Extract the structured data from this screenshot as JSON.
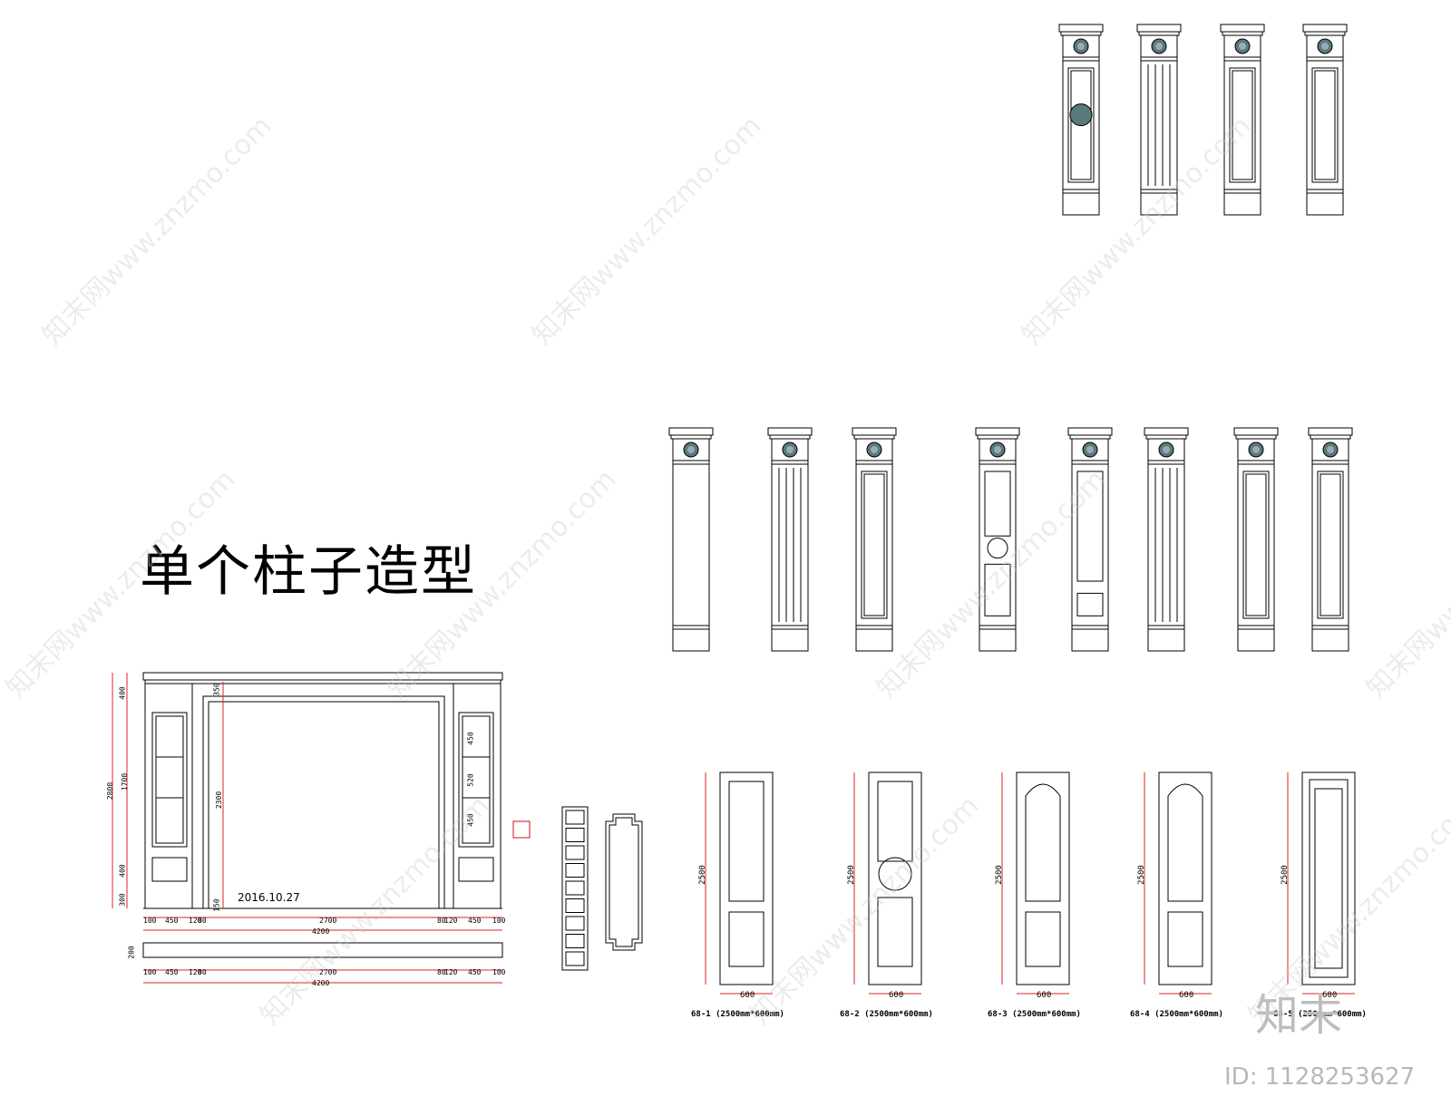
{
  "title": "单个柱子造型",
  "date": "2016.10.27",
  "colors": {
    "line": "#000000",
    "dimension": "#e02020",
    "medallion": "#5a7a7a",
    "watermark": "#c8c8c8"
  },
  "watermark_text": "知末网www.znzmo.com",
  "brand": "知末",
  "id_text": "ID: 1128253627",
  "elevation": {
    "vertical_dims": [
      "400",
      "1700",
      "2800",
      "400",
      "300"
    ],
    "inner_dims": [
      "350",
      "2300",
      "150"
    ],
    "cabinet_dims": [
      "450",
      "520",
      "450"
    ],
    "bottom_dims": [
      "100",
      "450",
      "120",
      "80",
      "2700",
      "80",
      "120",
      "450",
      "100"
    ],
    "total": "4200",
    "plan_depth": "200",
    "plan_bottom_dims": [
      "100",
      "450",
      "120",
      "80",
      "2700",
      "80",
      "120",
      "450",
      "100"
    ],
    "plan_total": "4200"
  },
  "doors": [
    {
      "label": "68-1 (2500mm*600mm)",
      "height": "2500",
      "width": "600",
      "style": "two-panel"
    },
    {
      "label": "68-2 (2500mm*600mm)",
      "height": "2500",
      "width": "600",
      "style": "circle"
    },
    {
      "label": "68-3 (2500mm*600mm)",
      "height": "2500",
      "width": "600",
      "style": "arched"
    },
    {
      "label": "68-4 (2500mm*600mm)",
      "height": "2500",
      "width": "600",
      "style": "arched-round"
    },
    {
      "label": "68-5 (2500mm*600mm)",
      "height": "2500",
      "width": "600",
      "style": "double-frame"
    }
  ],
  "top_columns": [
    {
      "style": "panel-medallion"
    },
    {
      "style": "fluted"
    },
    {
      "style": "panel"
    },
    {
      "style": "carved-panel"
    }
  ],
  "mid_columns": [
    {
      "style": "plain"
    },
    {
      "style": "fluted"
    },
    {
      "style": "panel"
    },
    {
      "style": "circle-panel"
    },
    {
      "style": "panel-small"
    },
    {
      "style": "fluted-top"
    },
    {
      "style": "carved-panel"
    },
    {
      "style": "octagon-panel"
    }
  ]
}
